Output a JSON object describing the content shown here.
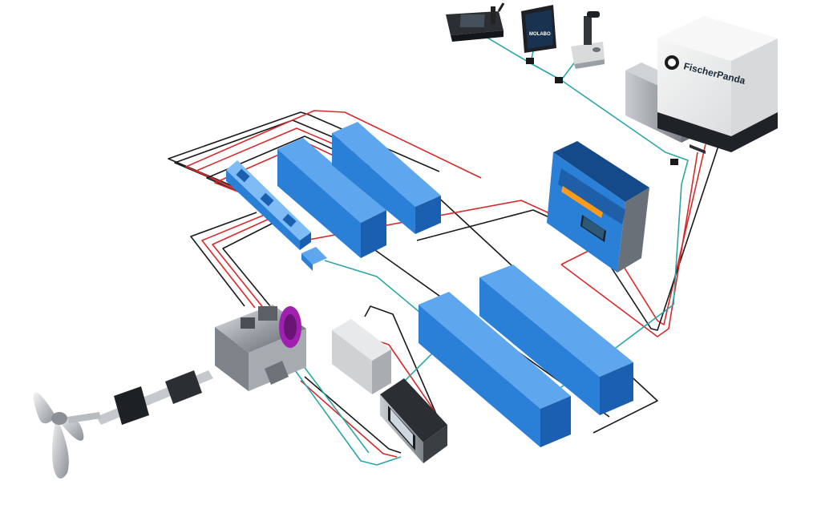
{
  "brands": {
    "generator": "FischerPanda",
    "display": "MOLABO"
  },
  "colors": {
    "background": "#ffffff",
    "battery_blue": "#2a7fd6",
    "battery_top": "#5ea6ee",
    "battery_side": "#1a5fb0",
    "wire_positive": "#d62a2a",
    "wire_negative": "#1a1a1a",
    "wire_data": "#2aa6a6",
    "generator_white": "#eeeeee",
    "motor_purple": "#a020b0",
    "metal_grey": "#9aa0a6"
  },
  "components": [
    {
      "name": "fischer-panda-generator",
      "icon": "generator-icon"
    },
    {
      "name": "gps-chartplotter-unit",
      "icon": "nav-unit-icon"
    },
    {
      "name": "molabo-display",
      "icon": "display-icon"
    },
    {
      "name": "throttle-lever",
      "icon": "throttle-icon"
    },
    {
      "name": "victron-inverter-charger",
      "icon": "inverter-icon"
    },
    {
      "name": "lithium-battery-1",
      "icon": "battery-icon"
    },
    {
      "name": "lithium-battery-2",
      "icon": "battery-icon"
    },
    {
      "name": "lithium-battery-3",
      "icon": "battery-icon"
    },
    {
      "name": "lithium-battery-4",
      "icon": "battery-icon"
    },
    {
      "name": "busbar-lynx-distributor",
      "icon": "busbar-icon"
    },
    {
      "name": "agm-service-battery",
      "icon": "battery-icon"
    },
    {
      "name": "motor-controller-display",
      "icon": "controller-icon"
    },
    {
      "name": "electric-drive-motor",
      "icon": "motor-icon"
    },
    {
      "name": "propeller",
      "icon": "propeller-icon"
    }
  ]
}
